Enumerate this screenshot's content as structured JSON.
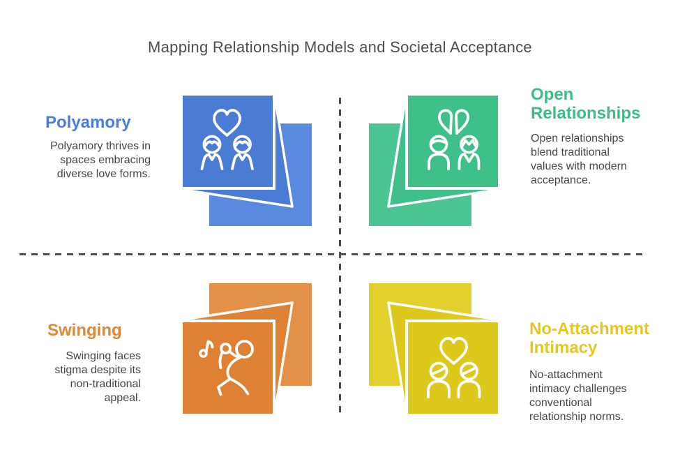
{
  "title": "Mapping Relationship Models and Societal Acceptance",
  "axes": {
    "style": "dashed",
    "color": "#4d4d4d"
  },
  "text_colors": {
    "title": "#4d4d4d",
    "body": "#474747"
  },
  "quadrants": [
    {
      "name": "polyamory",
      "position": "top-left",
      "heading": "Polyamory",
      "heading_lines": [
        "Polyamory"
      ],
      "description": "Polyamory thrives in spaces embracing diverse love forms.",
      "description_lines": [
        "Polyamory thrives in",
        "spaces embracing",
        "diverse love forms."
      ],
      "accent_color": "#4a7de0",
      "cube": {
        "front_color": "#4a7cd4",
        "back_color": "#5a89e0",
        "icon": "heart-couple-icon"
      }
    },
    {
      "name": "open-relationships",
      "position": "top-right",
      "heading": "Open Relationships",
      "heading_lines": [
        "Open",
        "Relationships"
      ],
      "description": "Open relationships blend traditional values with modern acceptance.",
      "description_lines": [
        "Open relationships",
        "blend traditional",
        "values with modern",
        "acceptance."
      ],
      "accent_color": "#3cbd88",
      "cube": {
        "front_color": "#3fc08b",
        "back_color": "#4ac593",
        "icon": "split-heart-couple-icon"
      }
    },
    {
      "name": "swinging",
      "position": "bottom-left",
      "heading": "Swinging",
      "heading_lines": [
        "Swinging"
      ],
      "description": "Swinging faces stigma despite its non-traditional appeal.",
      "description_lines": [
        "Swinging faces",
        "stigma despite its",
        "non-traditional",
        "appeal."
      ],
      "accent_color": "#df8637",
      "cube": {
        "front_color": "#df8134",
        "back_color": "#e39049",
        "icon": "dancing-person-music-note-icon"
      }
    },
    {
      "name": "no-attachment-intimacy",
      "position": "bottom-right",
      "heading": "No-Attachment Intimacy",
      "heading_lines": [
        "No-Attachment",
        "Intimacy"
      ],
      "description": "No-attachment intimacy challenges conventional relationship norms.",
      "description_lines": [
        "No-attachment",
        "intimacy challenges",
        "conventional",
        "relationship norms."
      ],
      "accent_color": "#e4c71f",
      "cube": {
        "front_color": "#dcc91c",
        "back_color": "#e2d02d",
        "icon": "heart-couple-icon"
      }
    }
  ]
}
